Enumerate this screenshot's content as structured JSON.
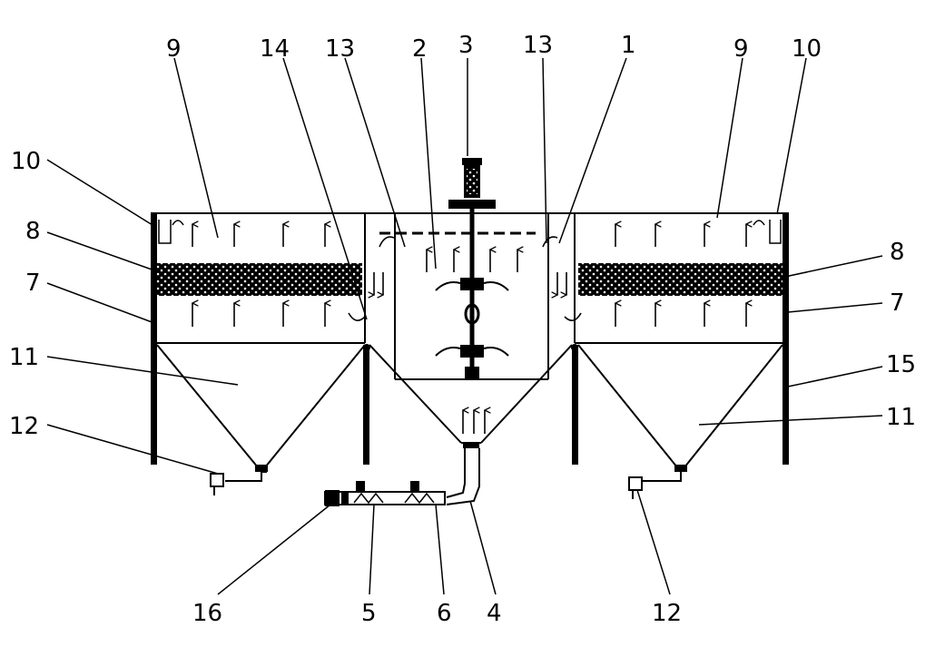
{
  "labels": {
    "l9_left": "9",
    "l14": "14",
    "l13_left": "13",
    "l2": "2",
    "l3": "3",
    "l13_right": "13",
    "l1": "1",
    "l9_right": "9",
    "l10_right": "10",
    "l10_left": "10",
    "l8_left": "8",
    "l8_right": "8",
    "l7_left": "7",
    "l7_right": "7",
    "l11_left": "11",
    "l15": "15",
    "l11_right": "11",
    "l12_left": "12",
    "l12_bottom": "12",
    "l16": "16",
    "l5": "5",
    "l6": "6",
    "l4": "4"
  }
}
